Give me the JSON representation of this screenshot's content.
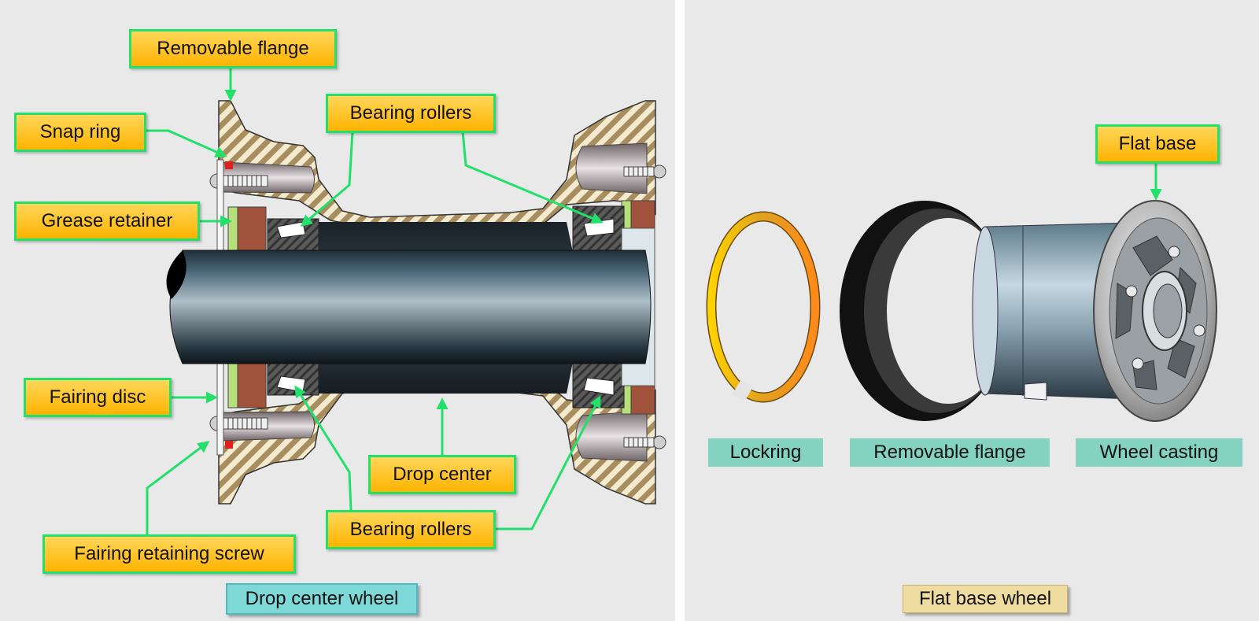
{
  "drop_center_panel": {
    "title": "Drop center wheel",
    "labels": {
      "removable_flange": "Removable flange",
      "snap_ring": "Snap ring",
      "bearing_rollers_top": "Bearing rollers",
      "grease_retainer": "Grease retainer",
      "fairing_disc": "Fairing disc",
      "drop_center": "Drop center",
      "bearing_rollers_bottom": "Bearing rollers",
      "fairing_retaining_screw": "Fairing retaining screw"
    }
  },
  "flat_base_panel": {
    "title": "Flat base wheel",
    "labels": {
      "flat_base": "Flat base",
      "lockring": "Lockring",
      "removable_flange": "Removable flange",
      "wheel_casting": "Wheel casting"
    }
  },
  "colors": {
    "callout_fill": "#ffc21a",
    "callout_border": "#22e06a",
    "leader_line": "#22e06a",
    "panel_background": "#e9e9e9",
    "hatch_tan": "#a88e5e",
    "axle_steel": "#3a5566",
    "drop_center_caption": "#7fd8d8",
    "flat_base_caption": "#efdca0",
    "part_caption": "#84d2c0"
  }
}
